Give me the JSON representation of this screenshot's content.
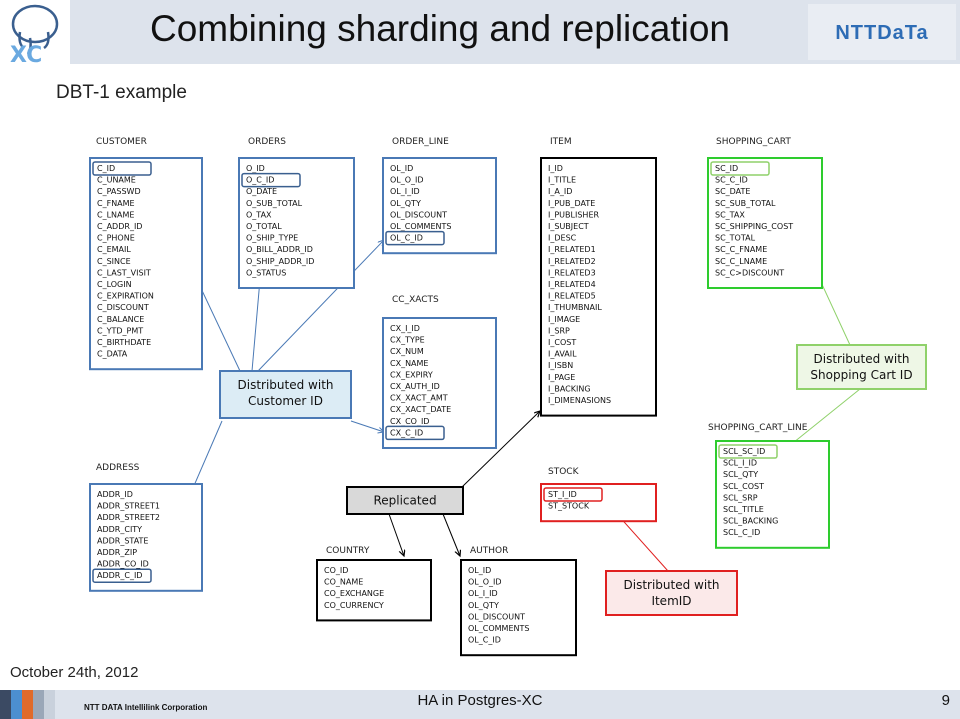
{
  "header": {
    "title": "Combining sharding and replication",
    "brand": "NTTDaTa"
  },
  "subtitle": "DBT-1 example",
  "tables": [
    {
      "id": "customer",
      "label": "CUSTOMER",
      "color": "#4a79b5",
      "fields": [
        "C_ID",
        "C_UNAME",
        "C_PASSWD",
        "C_FNAME",
        "C_LNAME",
        "C_ADDR_ID",
        "C_PHONE",
        "C_EMAIL",
        "C_SINCE",
        "C_LAST_VISIT",
        "C_LOGIN",
        "C_EXPIRATION",
        "C_DISCOUNT",
        "C_BALANCE",
        "C_YTD_PMT",
        "C_BIRTHDATE",
        "C_DATA"
      ]
    },
    {
      "id": "orders",
      "label": "ORDERS",
      "color": "#4a79b5",
      "fields": [
        "O_ID",
        "O_C_ID",
        "O_DATE",
        "O_SUB_TOTAL",
        "O_TAX",
        "O_TOTAL",
        "O_SHIP_TYPE",
        "O_BILL_ADDR_ID",
        "O_SHIP_ADDR_ID",
        "O_STATUS"
      ]
    },
    {
      "id": "order_line",
      "label": "ORDER_LINE",
      "color": "#4a79b5",
      "fields": [
        "OL_ID",
        "OL_O_ID",
        "OL_I_ID",
        "OL_QTY",
        "OL_DISCOUNT",
        "OL_COMMENTS",
        "OL_C_ID"
      ]
    },
    {
      "id": "cc_xacts",
      "label": "CC_XACTS",
      "color": "#4a79b5",
      "fields": [
        "CX_I_ID",
        "CX_TYPE",
        "CX_NUM",
        "CX_NAME",
        "CX_EXPIRY",
        "CX_AUTH_ID",
        "CX_XACT_AMT",
        "CX_XACT_DATE",
        "CX_CO_ID",
        "CX_C_ID"
      ]
    },
    {
      "id": "item",
      "label": "ITEM",
      "color": "#000000",
      "fields": [
        "I_ID",
        "I_TITLE",
        "I_A_ID",
        "I_PUB_DATE",
        "I_PUBLISHER",
        "I_SUBJECT",
        "I_DESC",
        "I_RELATED1",
        "I_RELATED2",
        "I_RELATED3",
        "I_RELATED4",
        "I_RELATED5",
        "I_THUMBNAIL",
        "I_IMAGE",
        "I_SRP",
        "I_COST",
        "I_AVAIL",
        "I_ISBN",
        "I_PAGE",
        "I_BACKING",
        "I_DIMENASIONS"
      ]
    },
    {
      "id": "shopping_cart",
      "label": "SHOPPING_CART",
      "color": "#2ecc2e",
      "fields": [
        "SC_ID",
        "SC_C_ID",
        "SC_DATE",
        "SC_SUB_TOTAL",
        "SC_TAX",
        "SC_SHIPPING_COST",
        "SC_TOTAL",
        "SC_C_FNAME",
        "SC_C_LNAME",
        "SC_C>DISCOUNT"
      ]
    },
    {
      "id": "shopping_cart_line",
      "label": "SHOPPING_CART_LINE",
      "color": "#2ecc2e",
      "fields": [
        "SCL_SC_ID",
        "SCL_I_ID",
        "SCL_QTY",
        "SCL_COST",
        "SCL_SRP",
        "SCL_TITLE",
        "SCL_BACKING",
        "SCL_C_ID"
      ]
    },
    {
      "id": "address",
      "label": "ADDRESS",
      "color": "#4a79b5",
      "fields": [
        "ADDR_ID",
        "ADDR_STREET1",
        "ADDR_STREET2",
        "ADDR_CITY",
        "ADDR_STATE",
        "ADDR_ZIP",
        "ADDR_CO_ID",
        "ADDR_C_ID"
      ]
    },
    {
      "id": "stock",
      "label": "STOCK",
      "color": "#e02020",
      "fields": [
        "ST_I_ID",
        "ST_STOCK"
      ]
    },
    {
      "id": "country",
      "label": "COUNTRY",
      "color": "#000000",
      "fields": [
        "CO_ID",
        "CO_NAME",
        "CO_EXCHANGE",
        "CO_CURRENCY"
      ]
    },
    {
      "id": "author",
      "label": "AUTHOR",
      "color": "#000000",
      "fields": [
        "OL_ID",
        "OL_O_ID",
        "OL_I_ID",
        "OL_QTY",
        "OL_DISCOUNT",
        "OL_COMMENTS",
        "OL_C_ID"
      ]
    }
  ],
  "callouts": [
    {
      "id": "customer",
      "lines": [
        "Distributed with",
        "Customer ID"
      ],
      "stroke": "#4a79b5",
      "fill": "#dcecf5"
    },
    {
      "id": "cart",
      "lines": [
        "Distributed with",
        "Shopping Cart ID"
      ],
      "stroke": "#8fd16a",
      "fill": "#eef7e6"
    },
    {
      "id": "replicated",
      "lines": [
        "Replicated"
      ],
      "stroke": "#000000",
      "fill": "#d9d9d9"
    },
    {
      "id": "item",
      "lines": [
        "Distributed with",
        "ItemID"
      ],
      "stroke": "#e02020",
      "fill": "#fbe9e9"
    }
  ],
  "footer": {
    "date": "October 24th, 2012",
    "corporation": "NTT DATA Intellilink Corporation",
    "center": "HA in Postgres-XC",
    "page": "9"
  },
  "stripe_colors": [
    "#3b4a63",
    "#4c8fd0",
    "#e06a2a",
    "#9aa7b8",
    "#c9d1dc"
  ]
}
